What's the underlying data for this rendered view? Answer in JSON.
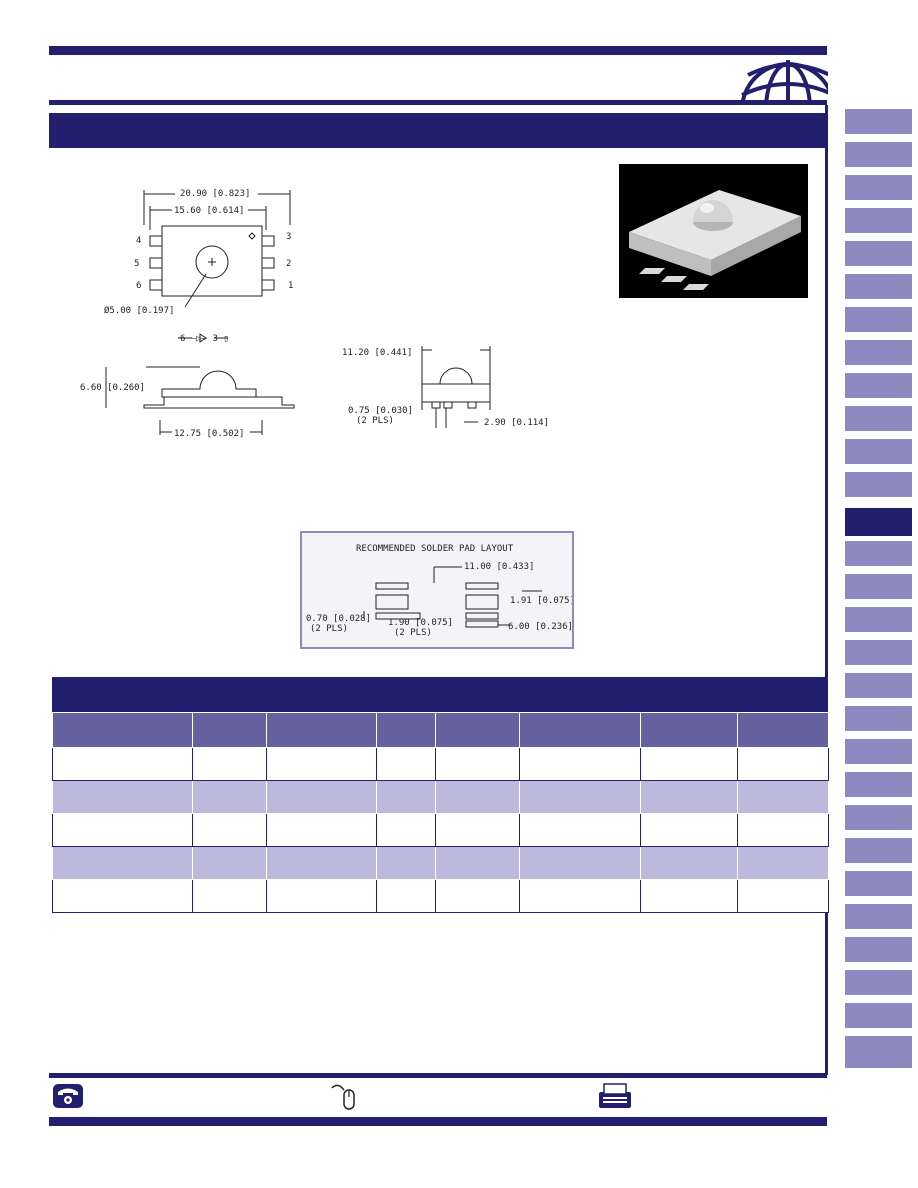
{
  "drawing": {
    "top_view": {
      "overall_length": "20.90 [0.823]",
      "pin_span": "15.60 [0.614]",
      "lens_diameter": "Ø5.00 [0.197]",
      "pins_left": [
        "4",
        "5",
        "6"
      ],
      "pins_right": [
        "3",
        "2",
        "1"
      ]
    },
    "side_view": {
      "height": "6.60 [0.260]",
      "body_length": "12.75 [0.502]"
    },
    "end_view": {
      "view_label": "6 —▷— 3 ▯",
      "width": "11.20 [0.441]",
      "lead_width": "0.75 [0.030]",
      "lead_width_note": "(2 PLS)",
      "lead_pitch": "2.90 [0.114]"
    },
    "footprint": {
      "title": "RECOMMENDED SOLDER PAD LAYOUT",
      "pad_span": "11.00 [0.433]",
      "pad_height": "1.91 [0.075]",
      "pad_width": "0.70 [0.028]",
      "pad_width_note": "(2 PLS)",
      "pad_pitch": "1.90 [0.075]",
      "pad_pitch_note": "(2 PLS)",
      "pad_length": "6.00 [0.236]"
    }
  },
  "sidebar": {
    "tab_count": 29,
    "active_index": 12
  },
  "table": {
    "columns": 8,
    "rows": 5
  },
  "colors": {
    "navy": "#221f6e",
    "tab": "#8e89c0",
    "header": "#66629f",
    "alt_row": "#bcb9dd"
  },
  "footer_icons": [
    "phone-icon",
    "mouse-icon",
    "fax-icon"
  ]
}
